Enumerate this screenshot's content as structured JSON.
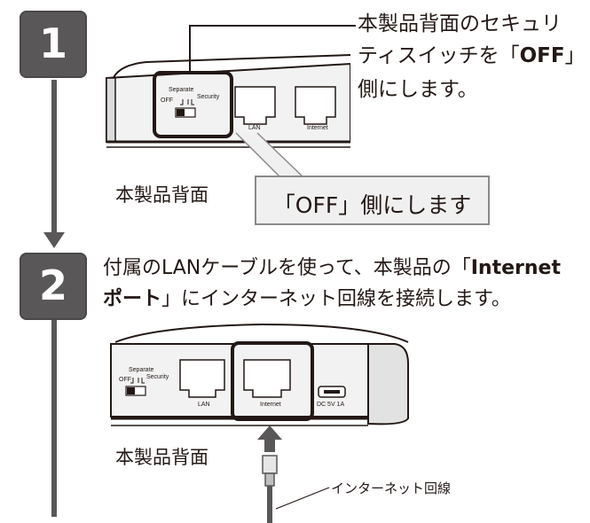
{
  "step1": {
    "number": "1",
    "callout_line1": "本製品背面のセキュリ",
    "callout_line2_pre": "ティスイッチを「",
    "callout_line2_bold": "OFF",
    "callout_line2_post": "」",
    "callout_line3": "側にします。",
    "device_caption": "本製品背面",
    "switch_label_separate": "Separate",
    "switch_label_off": "OFF",
    "switch_label_security": "Security",
    "port_lan": "LAN",
    "port_internet": "Internet",
    "speech_bubble": "「OFF」側にします"
  },
  "step2": {
    "number": "2",
    "line1_pre": "付属のLANケーブルを使って、本製品の「",
    "line1_bold": "Internet",
    "line2_bold": "ポート",
    "line2_post": "」にインターネット回線を接続します。",
    "device_caption": "本製品背面",
    "switch_label_separate": "Separate",
    "switch_label_off": "OFF",
    "switch_label_security": "Security",
    "port_lan": "LAN",
    "port_internet": "Internet",
    "port_dc": "DC 5V 1A",
    "cable_label": "インターネット回線"
  },
  "colors": {
    "badge": "#595757",
    "timeline": "#595757",
    "bubble_bg": "#f0f0f0",
    "highlight_border": "#231815"
  }
}
